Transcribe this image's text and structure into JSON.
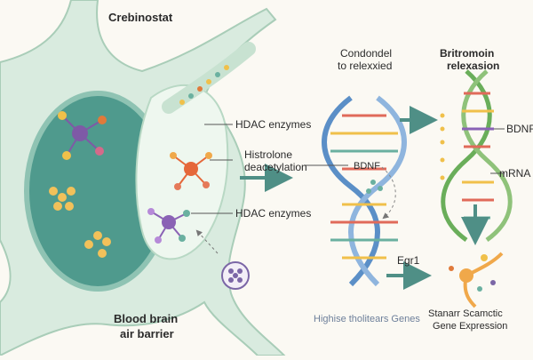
{
  "labels": {
    "crebinostat": "Crebinostat",
    "hdac_1": "HDAC enzymes",
    "histrolone_1": "Histrolone",
    "histrolone_2": "deacetylation",
    "hdac_2": "HDAC enzymes",
    "blood_1": "Blood brain",
    "blood_2": "air barrier",
    "condondel_1": "Condondel",
    "condondel_2": "to relexxied",
    "bdnf_left": "BDNF",
    "britromoin_1": "Britromoin",
    "britromoin_2": "relexasion",
    "bdnf_right": "BDNF",
    "mrna": "mRNA",
    "egr1": "Egr1",
    "highise": "Highise tholitears Genes",
    "stanarr_1": "Stanarr Scamctic",
    "stanarr_2": "Gene Expression"
  },
  "colors": {
    "membrane": "#cfe3d6",
    "nucleus": "#4f9a8d",
    "cytoplasm": "#e9f3ea",
    "arrow": "#4f8f86",
    "dna_backbone": "#5b8fc7"
  },
  "icons": [
    "hdac-molecule-icon",
    "dna-helix-icon",
    "arrow-icon",
    "vesicle-icon",
    "gene-expression-icon"
  ]
}
